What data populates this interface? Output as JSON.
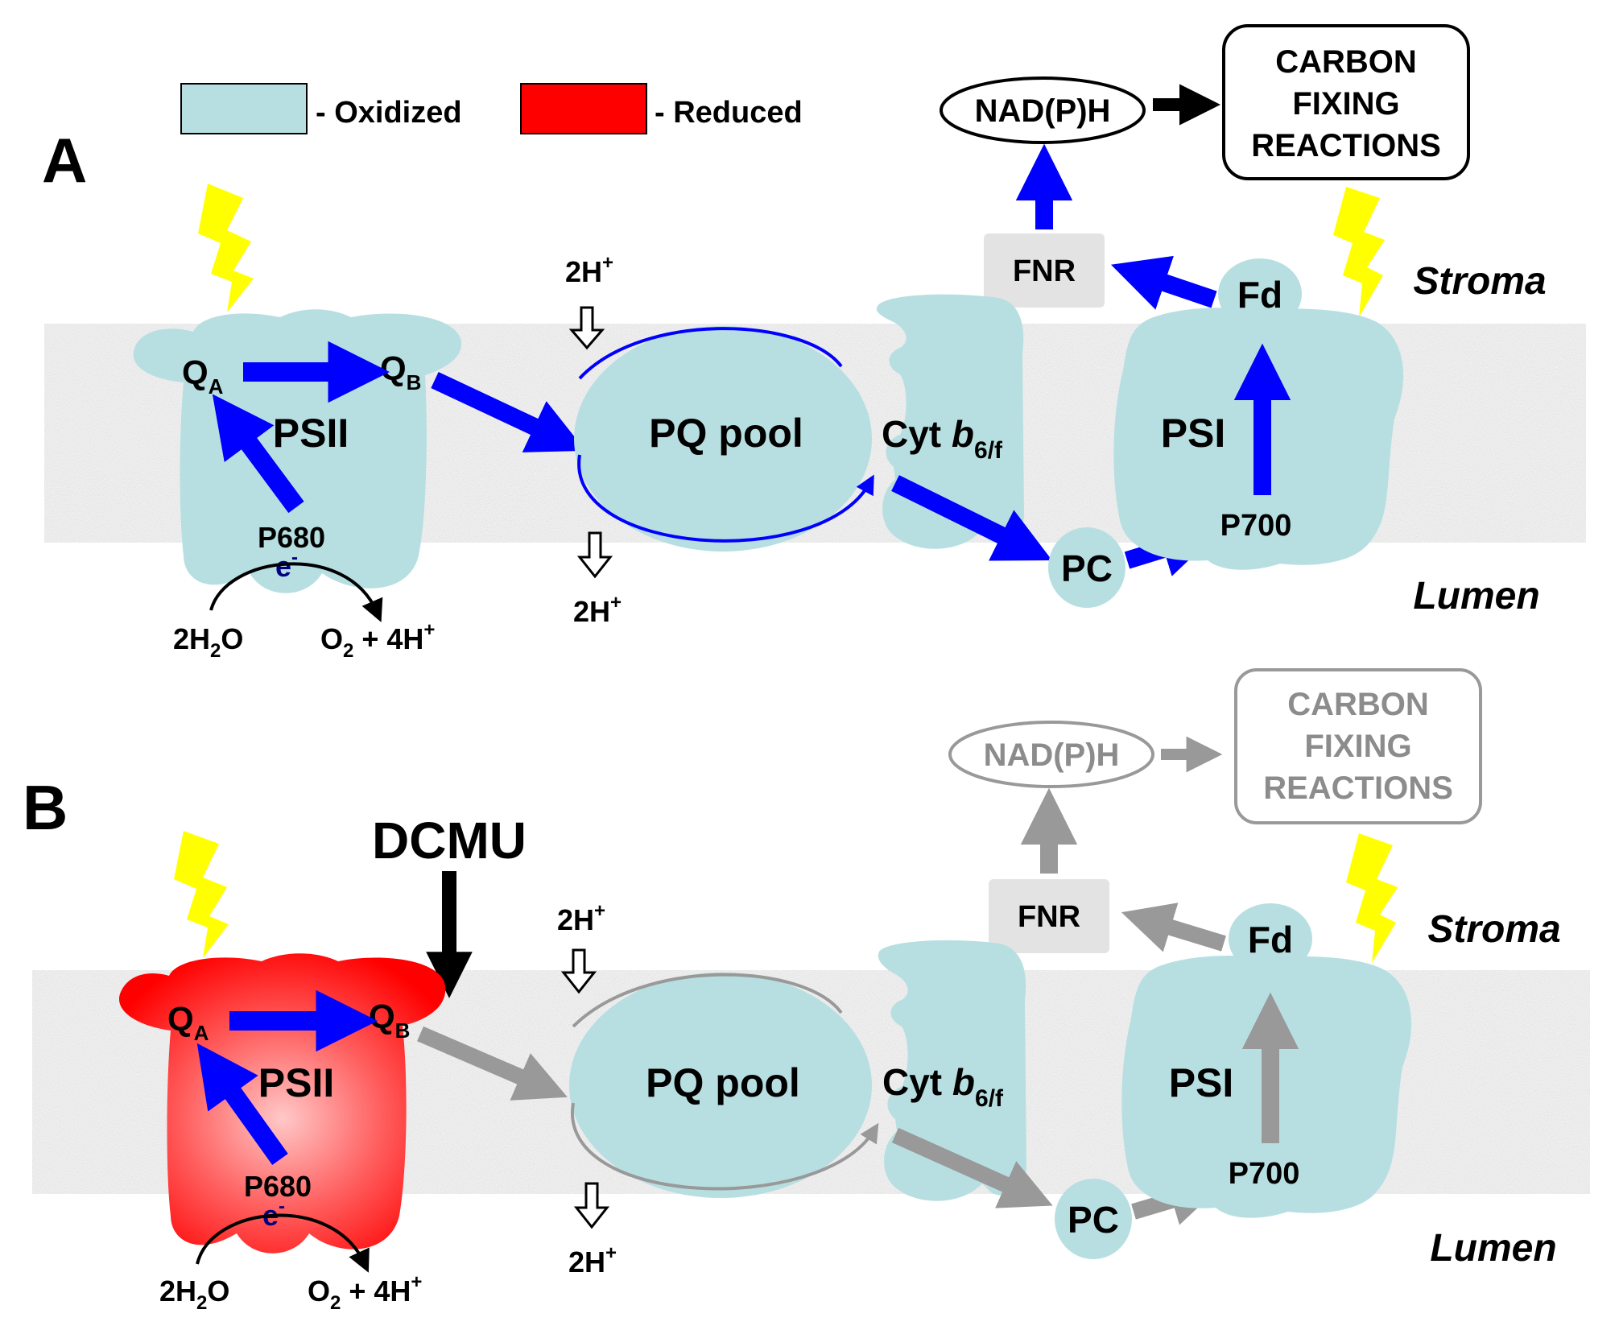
{
  "legend": {
    "oxidized_label": "- Oxidized",
    "reduced_label": "- Reduced",
    "oxidized_color": "#b7dfe1",
    "reduced_color": "#ff0000"
  },
  "colors": {
    "protein": "#b7dfe1",
    "active_arrow": "#0000ff",
    "inactive_arrow": "#999999",
    "flash": "#ffff00",
    "fnr_box": "#e3e3e3",
    "inactive_text": "#8c8c8c"
  },
  "panel_a": {
    "label": "A",
    "nadph": "NAD(P)H",
    "carbon": [
      "CARBON",
      "FIXING",
      "REACTIONS"
    ],
    "fnr": "FNR",
    "fd": "Fd",
    "stroma": "Stroma",
    "lumen": "Lumen",
    "psii": "PSII",
    "qa_main": "Q",
    "qa_sub": "A",
    "qb_main": "Q",
    "qb_sub": "B",
    "p680": "P680",
    "electron_main": "e",
    "electron_sup": "-",
    "water_1": "2H",
    "water_sub": "2",
    "water_2": "O",
    "oxygen_1": "O",
    "oxygen_sub": "2",
    "oxygen_2": " + 4H",
    "oxygen_sup": "+",
    "proton_top_main": "2H",
    "proton_top_sup": "+",
    "proton_bottom_main": "2H",
    "proton_bottom_sup": "+",
    "pq_pool": "PQ pool",
    "cyt_main": "Cyt ",
    "cyt_b": "b",
    "cyt_sub": "6/f",
    "psi": "PSI",
    "p700": "P700",
    "pc": "PC"
  },
  "panel_b": {
    "label": "B",
    "inhibitor": "DCMU",
    "nadph": "NAD(P)H",
    "carbon": [
      "CARBON",
      "FIXING",
      "REACTIONS"
    ],
    "fnr": "FNR",
    "fd": "Fd",
    "stroma": "Stroma",
    "lumen": "Lumen",
    "psii": "PSII",
    "qa_main": "Q",
    "qa_sub": "A",
    "qb_main": "Q",
    "qb_sub": "B",
    "p680": "P680",
    "electron_main": "e",
    "electron_sup": "-",
    "water_1": "2H",
    "water_sub": "2",
    "water_2": "O",
    "oxygen_1": "O",
    "oxygen_sub": "2",
    "oxygen_2": " + 4H",
    "oxygen_sup": "+",
    "proton_top_main": "2H",
    "proton_top_sup": "+",
    "proton_bottom_main": "2H",
    "proton_bottom_sup": "+",
    "pq_pool": "PQ pool",
    "cyt_main": "Cyt ",
    "cyt_b": "b",
    "cyt_sub": "6/f",
    "psi": "PSI",
    "p700": "P700",
    "pc": "PC"
  }
}
